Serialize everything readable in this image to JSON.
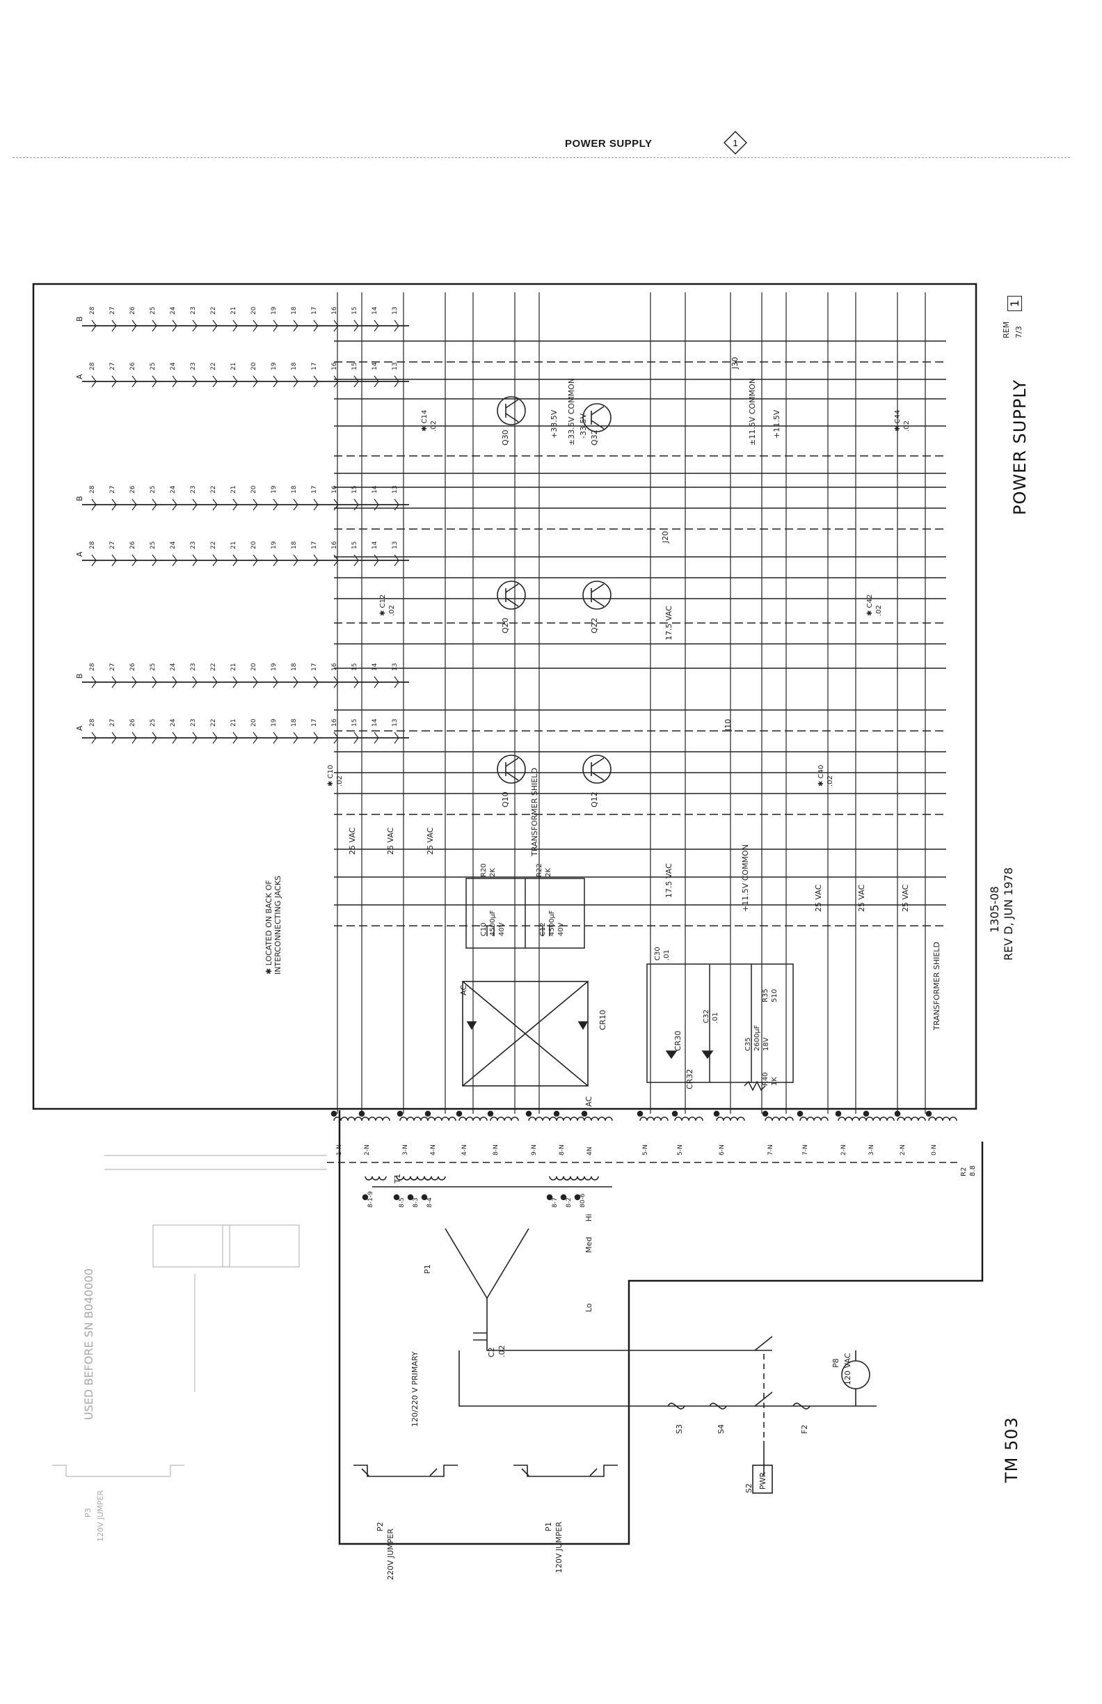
{
  "header": {
    "title": "POWER SUPPLY",
    "badge": "1"
  },
  "diagram": {
    "title": "POWER SUPPLY",
    "rev_badge": "1",
    "rem": "REM",
    "rem_date": "7/3",
    "drawing_number": "1305-08",
    "revision_date": "REV D, JUN 1978",
    "model": "TM 503",
    "note": "✱ LOCATED ON BACK OF INTERCONNECTING JACKS",
    "transformer_label": "T1",
    "primary_label": "120/220 V PRIMARY",
    "transformer_shield": "TRANSFORMER SHIELD",
    "transformer_shield_2": "TRANSFORMER SHIELD",
    "jacks": [
      "J10",
      "J20",
      "J30"
    ],
    "col_a": "A",
    "col_b": "B",
    "pins_a": [
      "28",
      "27",
      "26",
      "25",
      "24",
      "23",
      "22",
      "21",
      "20",
      "19",
      "18",
      "17",
      "16",
      "15",
      "14",
      "13"
    ],
    "transistors": [
      "Q10",
      "Q12",
      "Q20",
      "Q22",
      "Q30",
      "Q32"
    ],
    "capacitors": [
      {
        "name": "C10",
        "value": ".02"
      },
      {
        "name": "C12",
        "value": ".02"
      },
      {
        "name": "C14",
        "value": ".02"
      },
      {
        "name": "C40",
        "value": ".02"
      },
      {
        "name": "C42",
        "value": ".02"
      },
      {
        "name": "C44",
        "value": ".02"
      }
    ],
    "filter_caps": [
      {
        "name": "C10",
        "value": "4500µF",
        "rating": "40V"
      },
      {
        "name": "C12",
        "value": "4500µF",
        "rating": "40V"
      }
    ],
    "resistors": [
      {
        "name": "R20",
        "value": "2K"
      },
      {
        "name": "R22",
        "value": "2K"
      },
      {
        "name": "R35",
        "value": "510"
      },
      {
        "name": "R40",
        "value": "1K"
      },
      {
        "name": "R2",
        "value": "8.8"
      }
    ],
    "small_caps": [
      {
        "name": "C30",
        "value": ".01"
      },
      {
        "name": "C32",
        "value": ".01"
      },
      {
        "name": "C35",
        "value": "2600µF",
        "rating": "18V"
      }
    ],
    "diodes": [
      "CR10",
      "CR30",
      "CR32"
    ],
    "ac_label": "AC",
    "vac_25": "25 VAC",
    "vac_175": "17.5 VAC",
    "v_plus_335": "+33.5V",
    "v_minus_335": "-33.5V",
    "v_plus_115": "+11.5V",
    "common_335": "±33.5V COMMON",
    "common_115": "±11.5V COMMON",
    "common_115b": "+11.5V COMMON",
    "winding_labels": [
      "1-N",
      "2-N",
      "3-N",
      "4-N",
      "4-N",
      "8-N",
      "9-N",
      "8-N",
      "4N",
      "5-N",
      "5-N",
      "6-N",
      "7-N",
      "7-N",
      "2-N",
      "3-N",
      "2-N",
      "0-N"
    ],
    "primary_taps": [
      "8-1-9",
      "8-5",
      "8-3",
      "8-4",
      "8-7",
      "8-2",
      "80-6"
    ],
    "connector_p1": "P1",
    "tap_lo": "Lo",
    "tap_med": "Med",
    "tap_hi": "Hi",
    "switch_s3": "S3",
    "switch_s4": "S4",
    "fuse_f2": "F2",
    "plug_p8": "P8",
    "plug_p8_voltage": "120 VAC",
    "switch_s2": "S2",
    "pwr_label": "PWR",
    "c2": {
      "name": "C2",
      "value": ".02"
    },
    "jumper_p2": "P2",
    "jumper_p2_desc": "220V JUMPER",
    "jumper_p1": "P1",
    "jumper_p1_desc": "120V JUMPER",
    "faint_used_before": "USED BEFORE SN B040000",
    "faint_p3": "P3",
    "faint_p3_desc": "120V JUMPER"
  }
}
